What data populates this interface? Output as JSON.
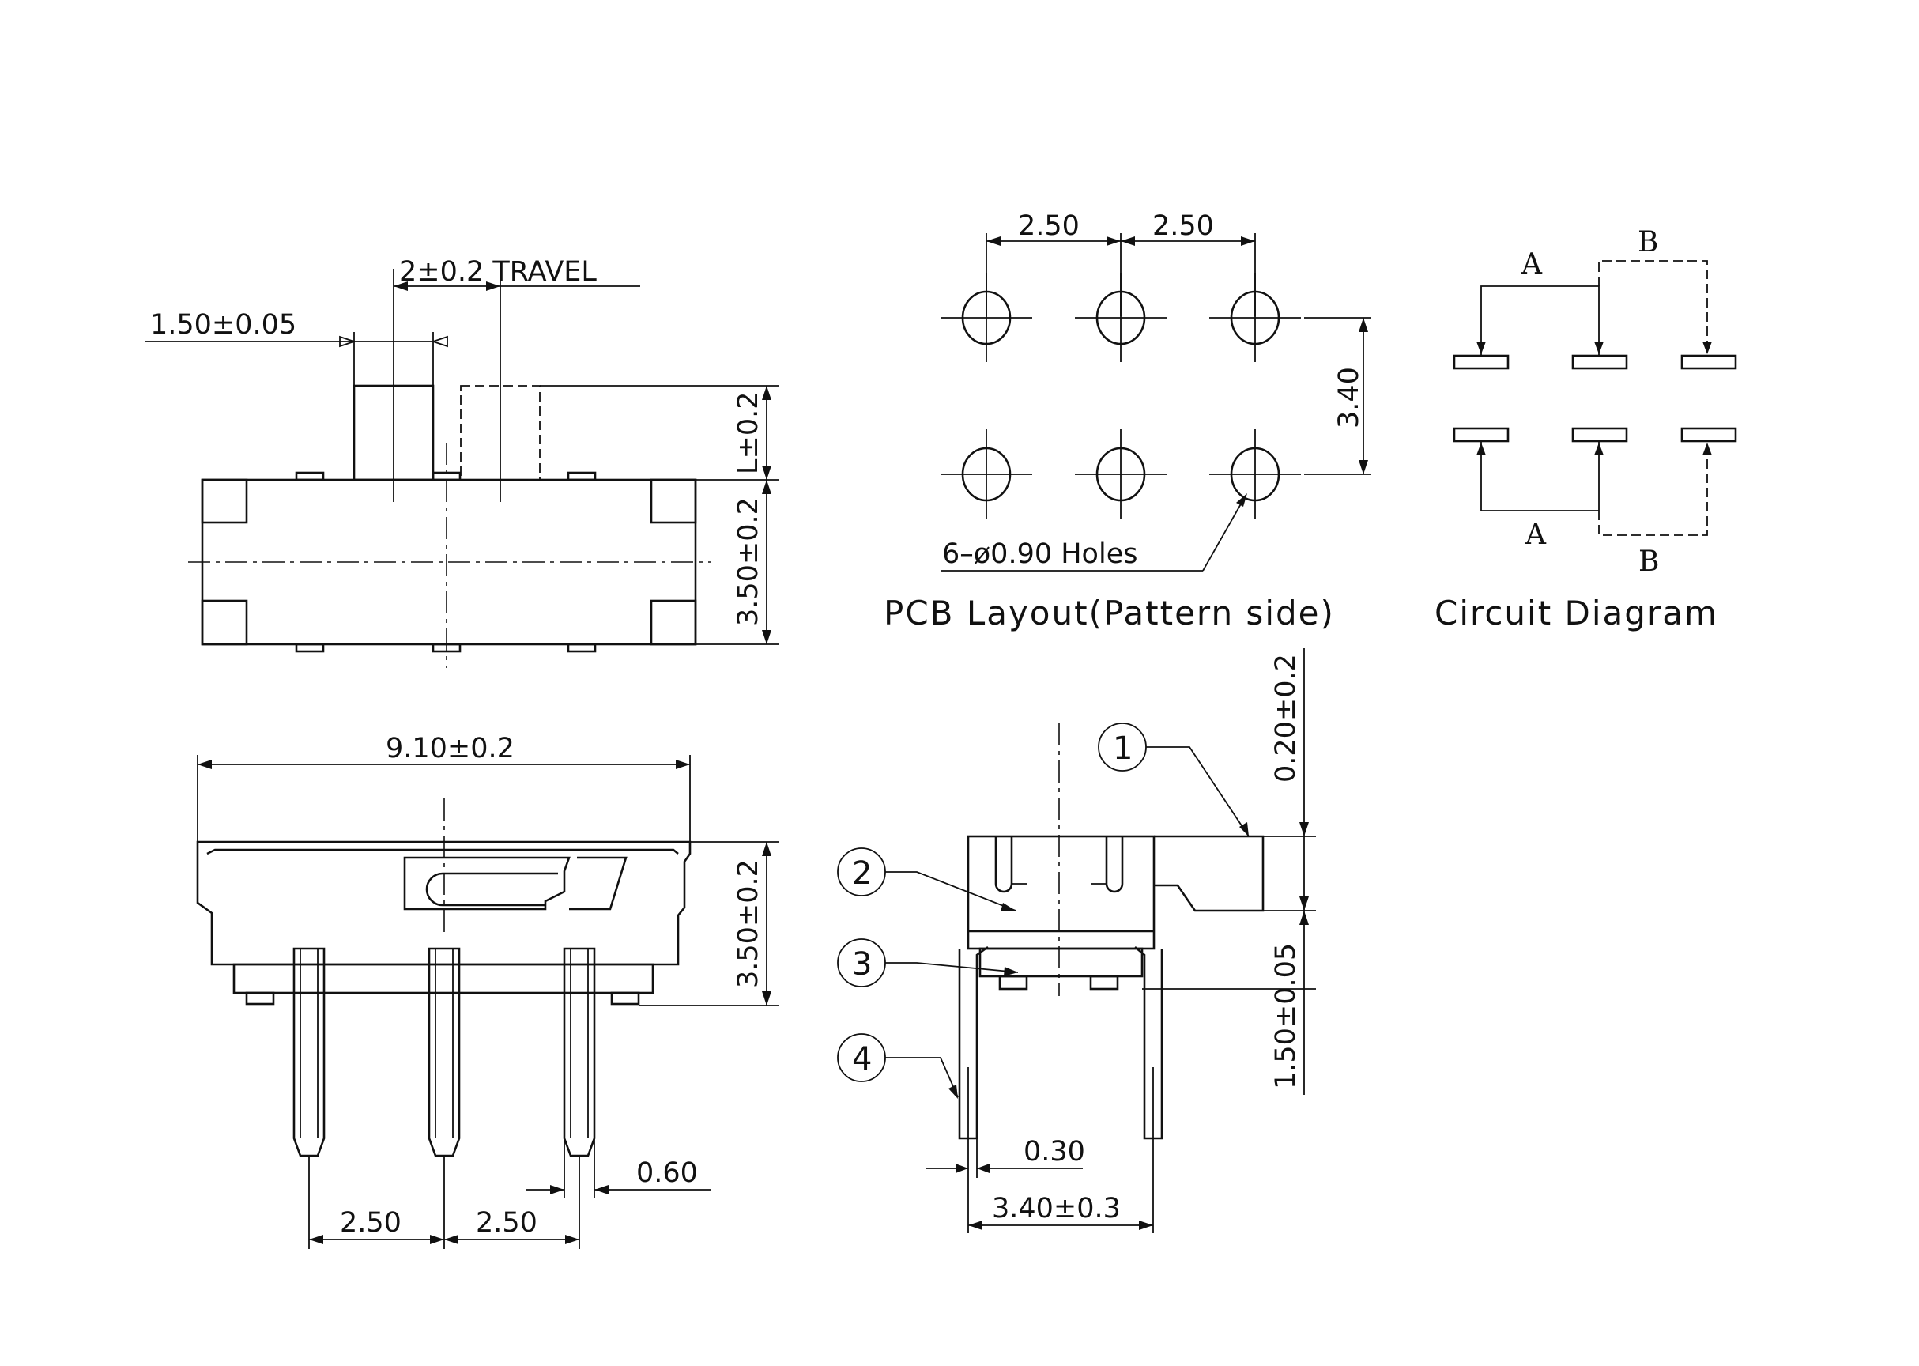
{
  "top_view": {
    "actuator_width": "1.50±0.05",
    "travel": "2±0.2  TRAVEL",
    "actuator_height": "L±0.2",
    "body_height": "3.50±0.2"
  },
  "front_view": {
    "body_length": "9.10±0.2",
    "total_height": "3.50±0.2",
    "pin_width": "0.60",
    "pitch_left": "2.50",
    "pitch_right": "2.50"
  },
  "pcb_layout": {
    "pitch_left": "2.50",
    "pitch_right": "2.50",
    "row_spacing": "3.40",
    "holes_note": "6–ø0.90  Holes",
    "caption": "PCB  Layout(Pattern  side)"
  },
  "circuit_diagram": {
    "label_a_top": "A",
    "label_b_top": "B",
    "label_a_bottom": "A",
    "label_b_bottom": "B",
    "caption": "Circuit  Diagram"
  },
  "side_view": {
    "callout_1": "1",
    "callout_2": "2",
    "callout_3": "3",
    "callout_4": "4",
    "top_offset": "0.20±0.2",
    "standoff": "1.50±0.05",
    "pin_thickness": "0.30",
    "pin_span": "3.40±0.3"
  }
}
